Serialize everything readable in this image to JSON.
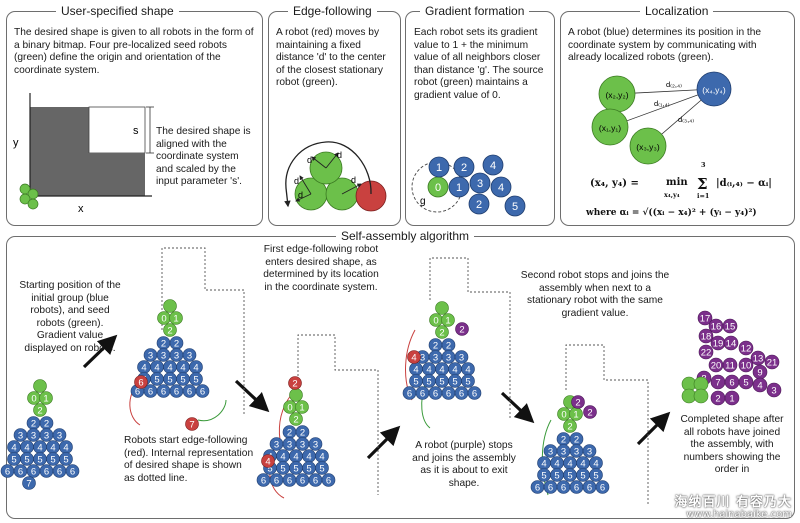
{
  "colors": {
    "blue": "#3d69ad",
    "green": "#6cc04a",
    "red": "#c9413f",
    "purple": "#7b2f8b",
    "panel_border": "#6e6e6e"
  },
  "panels": {
    "user_shape": {
      "title": "User-specified shape",
      "text": "The desired shape is given to all robots in the form of a binary bitmap.  Four pre-localized seed robots (green) define the origin and orientation of the coordinate system.",
      "text2": "The desired shape is aligned with the coordinate system and scaled by the input parameter 's'.",
      "axis_y": "y",
      "axis_x": "x",
      "scale_label": "s"
    },
    "edge_following": {
      "title": "Edge-following",
      "text": "A robot (red) moves by  maintaining a fixed distance 'd' to the center of the closest stationary robot (green).",
      "d_label": "d"
    },
    "gradient": {
      "title": "Gradient formation",
      "text": "Each robot sets its gradient value to 1 + the minimum value of all neighbors closer than distance 'g'. The source robot (green) maintains a gradient value of  0.",
      "g_label": "g",
      "numbers": [
        "0",
        "1",
        "2",
        "1",
        "3",
        "4",
        "2",
        "4",
        "5"
      ]
    },
    "localization": {
      "title": "Localization",
      "text": "A robot (blue) determines its position in the coordinate system by communicating with already localized robots (green).",
      "nodes": [
        "(x₂,y₂)",
        "(x₄,y₄)",
        "(x₁,y₁)",
        "(x₃,y₃)"
      ],
      "distances": [
        "d₍₂,₄₎",
        "d₍₁,₄₎",
        "d₍₃,₄₎"
      ],
      "eq_lhs": "(x₄, y₄) = ",
      "eq_min": "min",
      "eq_sub": "x₄,y₄",
      "eq_sum": "Σ",
      "eq_sum_top": "3",
      "eq_sum_bot": "i=1",
      "eq_body": "|d₍ᵢ,₄₎ − αᵢ|",
      "where": "where  αᵢ = √((xᵢ − x₄)² + (yᵢ − y₄)²)"
    }
  },
  "assembly": {
    "title": "Self-assembly algorithm",
    "captions": {
      "start": "Starting position of the initial group (blue robots), and seed robots (green). Gradient value displayed on robots.",
      "edge_start": "Robots start edge-following (red). Internal representation of desired shape is shown as dotted line.",
      "first_enters": "First edge-following robot enters desired shape, as determined by its location in the coordinate system.",
      "purple_stops": "A robot (purple) stops and joins the assembly as it is about to exit shape.",
      "second_stops": "Second robot stops and joins the assembly when next to a stationary robot with the same gradient value.",
      "completed": "Completed shape after all robots have joined the assembly, with numbers showing the order in"
    },
    "stage1_rows": [
      [
        "0",
        "1"
      ],
      [
        "2"
      ],
      [
        "2",
        "2"
      ],
      [
        "3",
        "3",
        "3",
        "3"
      ],
      [
        "4",
        "4",
        "4",
        "4",
        "4"
      ],
      [
        "5",
        "5",
        "5",
        "5",
        "5"
      ],
      [
        "6",
        "6",
        "6",
        "6",
        "6",
        "6"
      ],
      [
        "7"
      ]
    ],
    "stage2_red": [
      "6",
      "7"
    ],
    "stage3_red": [
      "2",
      "4"
    ],
    "stage4_purple": "2",
    "stage4_red": "4",
    "stage5_purple": [
      "2",
      "2"
    ],
    "stage6_numbers": [
      "17",
      "16",
      "15",
      "18",
      "19",
      "14",
      "12",
      "13",
      "22",
      "20",
      "11",
      "10",
      "9",
      "21",
      "8",
      "7",
      "6",
      "5",
      "4",
      "3",
      "2",
      "1"
    ]
  },
  "watermark": {
    "line1": "海纳百川 有容乃大",
    "line2": "www.hainabaike.com"
  }
}
